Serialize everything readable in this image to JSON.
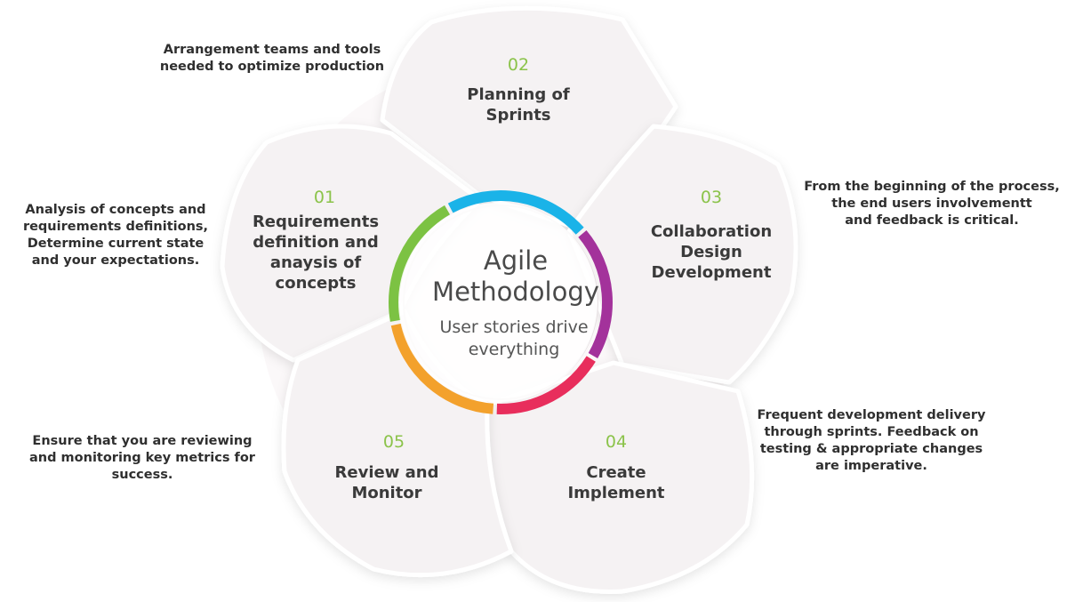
{
  "center": {
    "title_line1": "Agile",
    "title_line2": "Methodology",
    "subtitle_line1": "User stories drive",
    "subtitle_line2": "everything"
  },
  "colors": {
    "petal_fill": "#f5f2f3",
    "step_number": "#8bc34a",
    "ring_green": "#7cc243",
    "ring_blue": "#1ab3e8",
    "ring_purple": "#a3329b",
    "ring_red": "#e82e5c",
    "ring_orange": "#f3a12c"
  },
  "steps": [
    {
      "number": "01",
      "title_lines": [
        "Requirements",
        "definition and",
        "anaysis of",
        "concepts"
      ],
      "description_lines": [
        "Analysis of concepts and",
        "requirements definitions,",
        "Determine current state",
        "and your expectations."
      ]
    },
    {
      "number": "02",
      "title_lines": [
        "Planning of",
        "Sprints"
      ],
      "description_lines": [
        "Arrangement teams and tools",
        "needed to optimize production"
      ]
    },
    {
      "number": "03",
      "title_lines": [
        "Collaboration",
        "Design",
        "Development"
      ],
      "description_lines": [
        "From the beginning of the process,",
        "the end users involvementt",
        "and feedback is critical."
      ]
    },
    {
      "number": "04",
      "title_lines": [
        "Create",
        "Implement"
      ],
      "description_lines": [
        "Frequent development delivery",
        "through sprints. Feedback on",
        "testing & appropriate changes",
        "are imperative."
      ]
    },
    {
      "number": "05",
      "title_lines": [
        "Review and",
        "Monitor"
      ],
      "description_lines": [
        "Ensure that you are reviewing",
        "and monitoring key metrics for",
        "success."
      ]
    }
  ]
}
